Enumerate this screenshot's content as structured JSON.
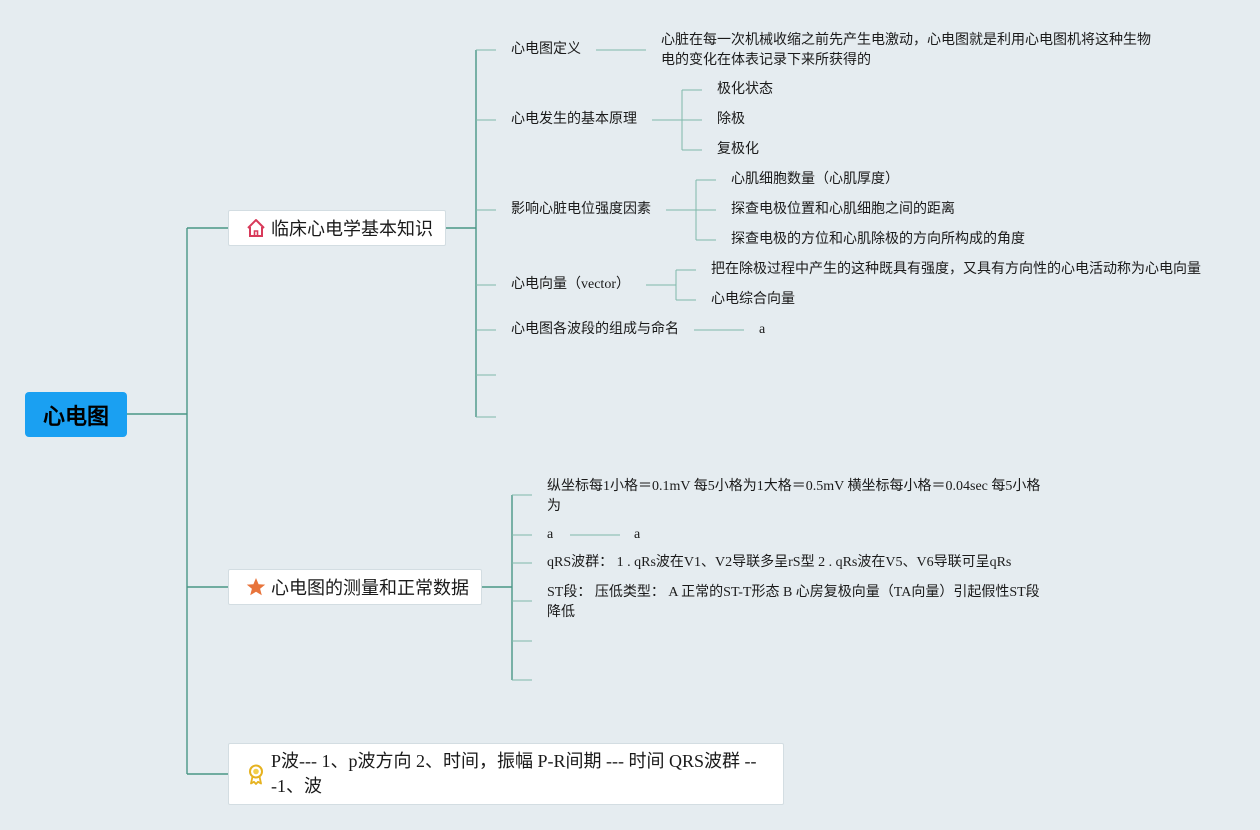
{
  "root": {
    "label": "心电图"
  },
  "branches": [
    {
      "label": "临床心电学基本知识",
      "icon": "home-icon",
      "children": [
        {
          "label": "心电图定义",
          "children": [
            "心脏在每一次机械收缩之前先产生电激动，心电图就是利用心电图机将这种生物电的变化在体表记录下来所获得的"
          ]
        },
        {
          "label": "心电发生的基本原理",
          "children": [
            "极化状态",
            "除极",
            "复极化"
          ]
        },
        {
          "label": "影响心脏电位强度因素",
          "children": [
            "心肌细胞数量（心肌厚度）",
            "探查电极位置和心肌细胞之间的距离",
            "探查电极的方位和心肌除极的方向所构成的角度"
          ]
        },
        {
          "label": "心电向量（vector）",
          "children": [
            "把在除极过程中产生的这种既具有强度，又具有方向性的心电活动称为心电向量",
            "心电综合向量"
          ]
        },
        {
          "label": "心电图各波段的组成与命名",
          "children": [
            "a"
          ]
        }
      ]
    },
    {
      "label": "心电图的测量和正常数据",
      "icon": "star-icon",
      "children": [
        {
          "label": "纵坐标每1小格＝0.1mV 每5小格为1大格＝0.5mV 横坐标每小格＝0.04sec 每5小格为"
        },
        {
          "label": "a",
          "children": [
            "a"
          ]
        },
        {
          "label": "qRS波群： 1 . qRs波在V1、V2导联多呈rS型 2 . qRs波在V5、V6导联可呈qRs"
        },
        {
          "label": "ST段： 压低类型： A 正常的ST-T形态 B 心房复极向量（TA向量）引起假性ST段降低"
        }
      ]
    },
    {
      "label": "P波--- 1、p波方向 2、时间，振幅 P-R间期 --- 时间 QRS波群 ---1、波",
      "icon": "award-icon"
    }
  ],
  "colors": {
    "root": "#1aa0f2",
    "line": "#3f8f7f",
    "sub_line": "#7db8a8",
    "background": "#e5ecf0"
  }
}
